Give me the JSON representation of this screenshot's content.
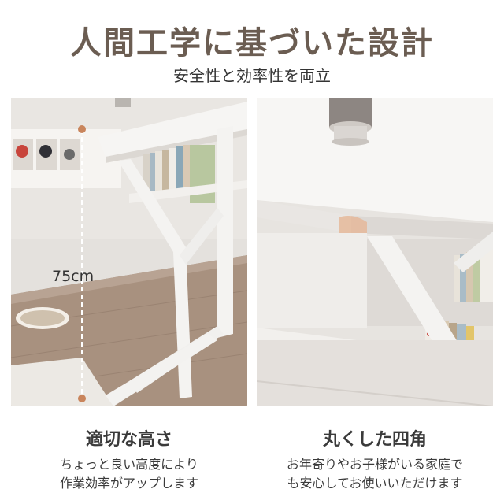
{
  "header": {
    "title": "人間工学に基づいた設計",
    "subtitle": "安全性と効率性を両立"
  },
  "left_panel": {
    "measurement": "75cm",
    "caption_title": "適切な高さ",
    "caption_lines": [
      "ちょっと良い高度により",
      "作業効率がアップします"
    ]
  },
  "right_panel": {
    "caption_title": "丸くした四角",
    "caption_lines": [
      "お年寄りやお子様がいる家庭で",
      "も安心してお使いいただけます"
    ]
  },
  "colors": {
    "title": "#6b5d52",
    "accent_dot": "#c9855c",
    "floor": "#a98d7a",
    "desk": "#f3f1ef",
    "wall": "#e6e3df"
  }
}
